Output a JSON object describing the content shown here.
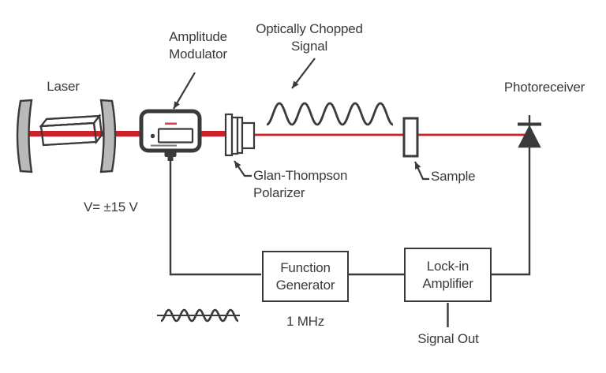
{
  "labels": {
    "laser": "Laser",
    "amplitude_modulator": "Amplitude\nModulator",
    "optically_chopped_signal": "Optically Chopped\nSignal",
    "photoreceiver": "Photoreceiver",
    "glan_thompson_polarizer": "Glan-Thompson\nPolarizer",
    "sample": "Sample",
    "modulator_voltage": "V= ±15 V",
    "function_generator_frequency": "1 MHz",
    "signal_out": "Signal Out"
  },
  "boxes": {
    "function_generator": "Function\nGenerator",
    "lock_in_amplifier": "Lock-in\nAmplifier"
  },
  "icons": {
    "laser_cavity": "curved-mirror-pair-with-gain-medium",
    "laser_beam": "red-beam-line",
    "amplitude_modulator_device": "modulator-box-with-display",
    "polarizer_device": "glan-thompson-polarizer-stack",
    "chopped_signal_wave": "sine-wave",
    "sample_cell": "sample-slide",
    "photodiode": "photodiode-symbol",
    "reference_wave": "sine-wave-on-axis"
  },
  "colors": {
    "line": "#3a3a3a",
    "beam": "#cc2128",
    "mirror_fill": "#b9b9b9",
    "background": "#ffffff"
  }
}
